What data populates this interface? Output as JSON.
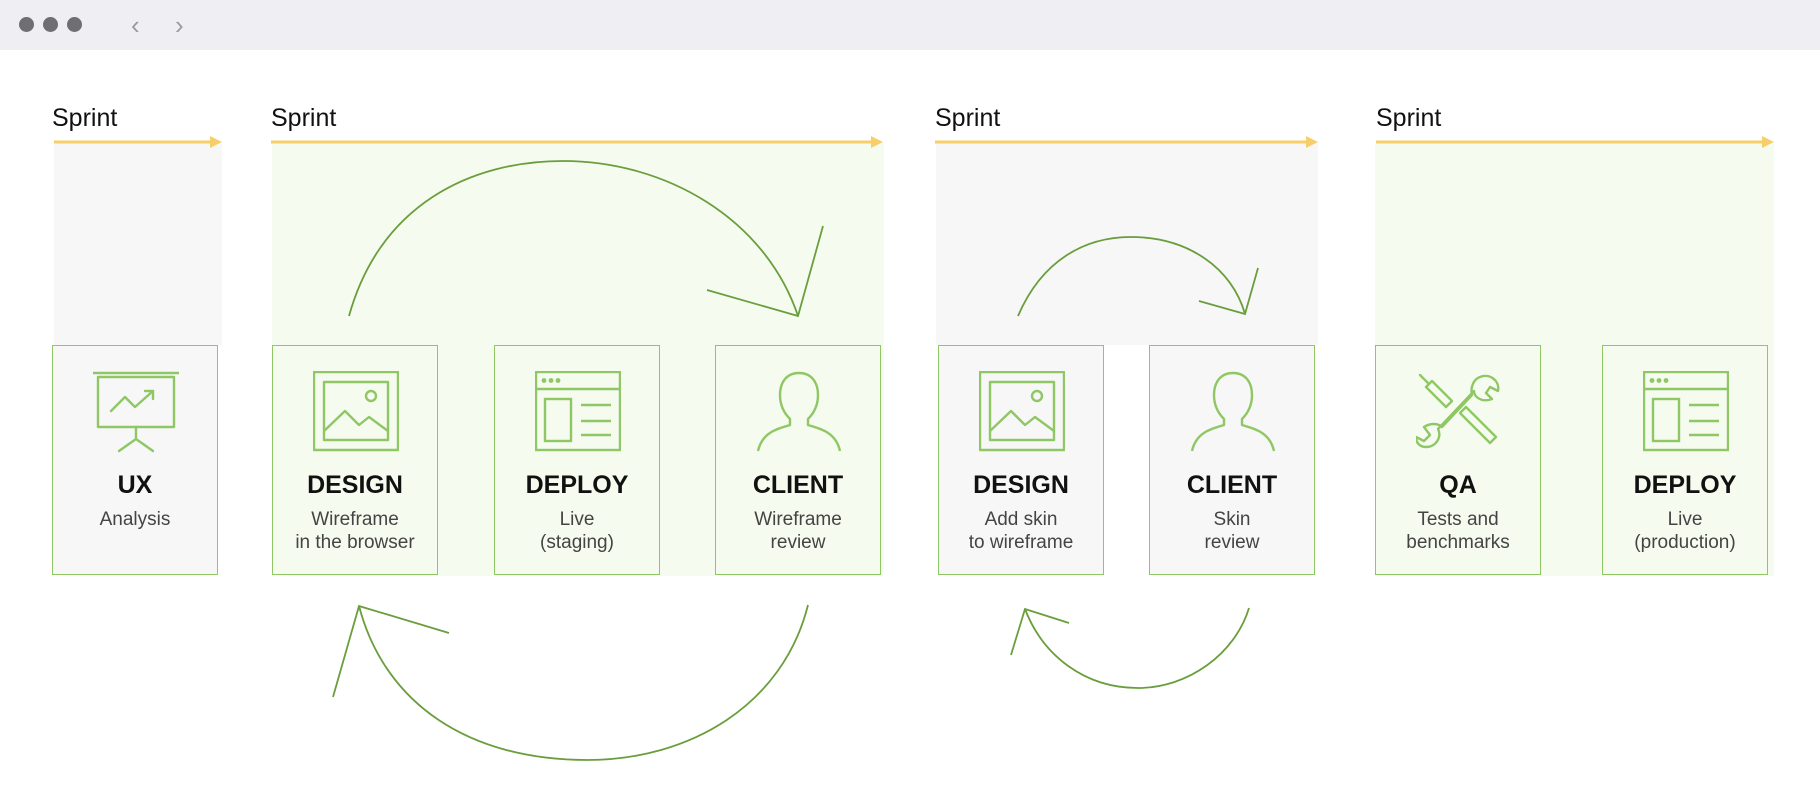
{
  "colors": {
    "sprint_arrow": "#f7cf6a",
    "card_border": "#8fc764",
    "cycle_arrow": "#6a9e3c",
    "panel_gray": "#f7f7f7",
    "panel_green": "#f6fbef"
  },
  "window": {
    "controls": [
      "close-dot",
      "minimize-dot",
      "maximize-dot"
    ],
    "back_icon": "chevron-left-icon",
    "forward_icon": "chevron-right-icon"
  },
  "sprints": [
    {
      "label": "Sprint"
    },
    {
      "label": "Sprint"
    },
    {
      "label": "Sprint"
    },
    {
      "label": "Sprint"
    }
  ],
  "cards": [
    {
      "icon": "presentation-chart-icon",
      "title": "UX",
      "subtitle": "Analysis"
    },
    {
      "icon": "image-icon",
      "title": "DESIGN",
      "subtitle": "Wireframe\nin the browser"
    },
    {
      "icon": "browser-window-icon",
      "title": "DEPLOY",
      "subtitle": "Live\n(staging)"
    },
    {
      "icon": "user-icon",
      "title": "CLIENT",
      "subtitle": "Wireframe\nreview"
    },
    {
      "icon": "image-icon",
      "title": "DESIGN",
      "subtitle": "Add skin\nto wireframe"
    },
    {
      "icon": "user-icon",
      "title": "CLIENT",
      "subtitle": "Skin\nreview"
    },
    {
      "icon": "wrench-screwdriver-icon",
      "title": "QA",
      "subtitle": "Tests and\nbenchmarks"
    },
    {
      "icon": "browser-window-icon",
      "title": "DEPLOY",
      "subtitle": "Live\n(production)"
    }
  ]
}
